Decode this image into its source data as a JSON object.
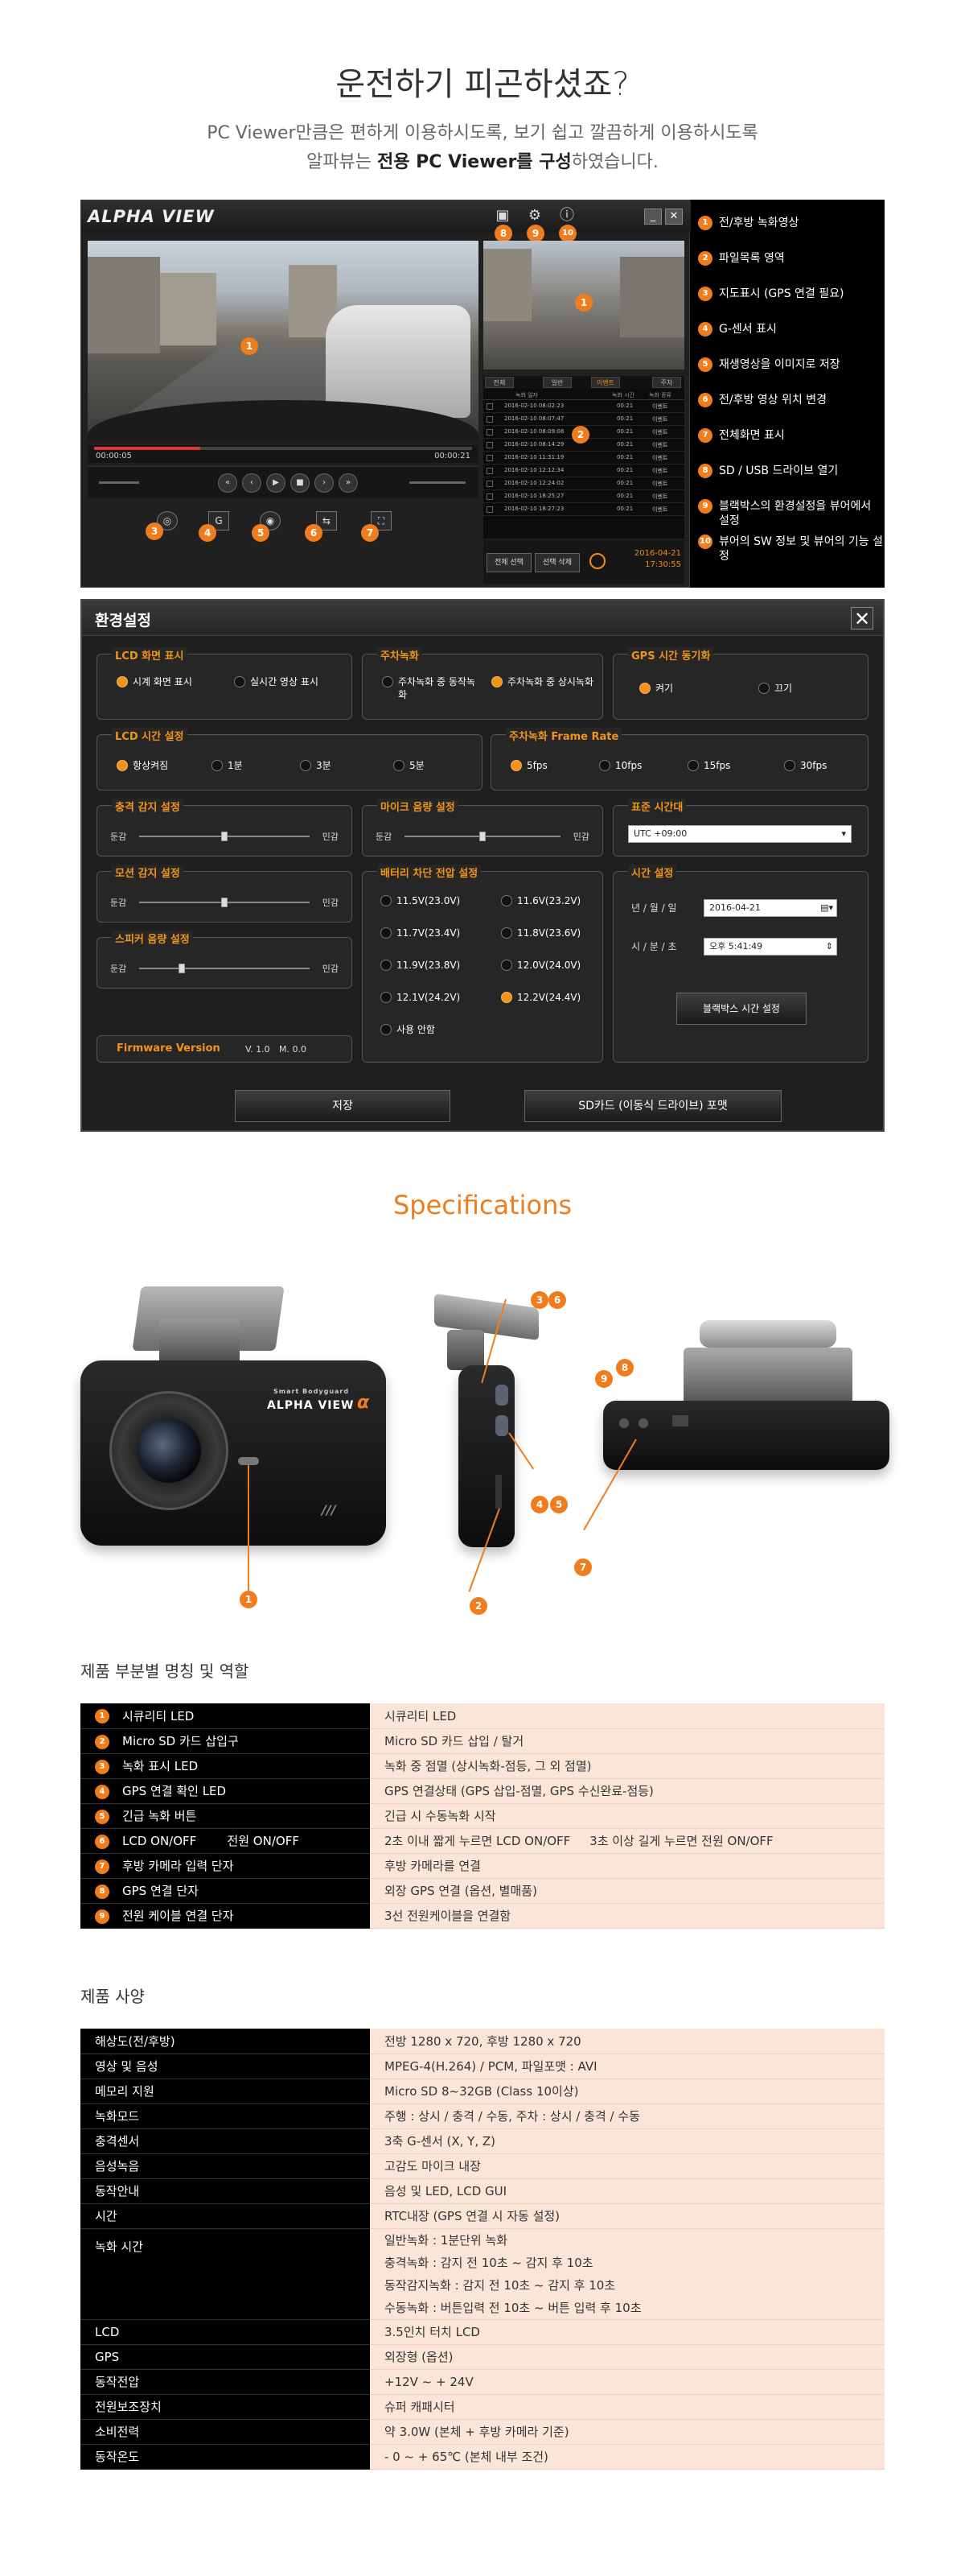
{
  "header": {
    "title": "운전하기 피곤하셨죠?",
    "sub_line1": "PC Viewer만큼은 편하게 이용하시도록, 보기 쉽고 깔끔하게 이용하시도록",
    "sub_line2_prefix": "알파뷰는 ",
    "sub_line2_bold": "전용 PC Viewer를 구성",
    "sub_line2_suffix": "하였습니다."
  },
  "viewer": {
    "logo": "ALPHA VIEW",
    "time_start": "00:00:05",
    "time_end": "00:00:21",
    "progress_fraction": 0.28,
    "tabs": [
      "전체",
      "일반",
      "이벤트",
      "주차"
    ],
    "list_header": [
      "",
      "녹화 일자",
      "녹화 시간",
      "녹화 종류"
    ],
    "rows": [
      [
        "2016-02-10 08:02:23",
        "00:21",
        "이벤트"
      ],
      [
        "2016-02-10 08:07:47",
        "00:21",
        "이벤트"
      ],
      [
        "2016-02-10 08:09:08",
        "00:21",
        "이벤트"
      ],
      [
        "2016-02-10 08:14:29",
        "00:21",
        "이벤트"
      ],
      [
        "2016-02-10 11:31:19",
        "00:21",
        "이벤트"
      ],
      [
        "2016-02-10 12:12:34",
        "00:21",
        "이벤트"
      ],
      [
        "2016-02-10 12:24:02",
        "00:21",
        "이벤트"
      ],
      [
        "2016-02-10 18:25:27",
        "00:21",
        "이벤트"
      ],
      [
        "2016-02-10 18:27:23",
        "00:21",
        "이벤트"
      ]
    ],
    "btn_select_all": "전체 선택",
    "btn_delete": "선택 삭제",
    "date": "2016-04-21",
    "time": "17:30:55",
    "legend": [
      {
        "n": "1",
        "text": "전/후방 녹화영상"
      },
      {
        "n": "2",
        "text": "파일목록 영역"
      },
      {
        "n": "3",
        "text": "지도표시 (GPS 연결 필요)"
      },
      {
        "n": "4",
        "text": "G-센서 표시"
      },
      {
        "n": "5",
        "text": "재생영상을 이미지로 저장"
      },
      {
        "n": "6",
        "text": "전/후방 영상 위치 변경"
      },
      {
        "n": "7",
        "text": "전체화면 표시"
      },
      {
        "n": "8",
        "text": "SD / USB 드라이브 열기"
      },
      {
        "n": "9",
        "text": "블랙박스의 환경설정을 뷰어에서 설정"
      },
      {
        "n": "10",
        "text": "뷰어의 SW 정보 및 뷰어의 기능 설정"
      }
    ]
  },
  "settings": {
    "title": "환경설정",
    "lcd_display": {
      "title": "LCD 화면 표시",
      "opt1": "시계 화면 표시",
      "opt2": "실시간 영상 표시"
    },
    "parking": {
      "title": "주차녹화",
      "opt1": "주차녹화 중 동작녹화",
      "opt2": "주차녹화 중 상시녹화"
    },
    "gps_sync": {
      "title": "GPS 시간 동기화",
      "opt1": "켜기",
      "opt2": "끄기"
    },
    "lcd_time": {
      "title": "LCD 시간 설정",
      "opts": [
        "항상켜짐",
        "1분",
        "3분",
        "5분"
      ]
    },
    "frame_rate": {
      "title": "주차녹화 Frame Rate",
      "opts": [
        "5fps",
        "10fps",
        "15fps",
        "30fps"
      ]
    },
    "impact": {
      "title": "충격 감지 설정",
      "lo": "둔감",
      "hi": "민감",
      "level": 0.5
    },
    "mic": {
      "title": "마이크 음량 설정",
      "lo": "둔감",
      "hi": "민감",
      "level": 0.5
    },
    "timezone": {
      "title": "표준 시간대",
      "value": "UTC +09:00"
    },
    "motion": {
      "title": "모션 감지 설정",
      "lo": "둔감",
      "hi": "민감",
      "level": 0.5
    },
    "speaker": {
      "title": "스피커 음량 설정",
      "lo": "둔감",
      "hi": "민감",
      "level": 0.25
    },
    "battery": {
      "title": "배터리 차단 전압 설정",
      "opts": [
        "11.5V(23.0V)",
        "11.6V(23.2V)",
        "11.7V(23.4V)",
        "11.8V(23.6V)",
        "11.9V(23.8V)",
        "12.0V(24.0V)",
        "12.1V(24.2V)",
        "12.2V(24.4V)",
        "사용 안함"
      ],
      "selected": "12.2V(24.4V)"
    },
    "time_set": {
      "title": "시간 설정",
      "date_label": "년 / 월 / 일",
      "date_value": "2016-04-21",
      "time_label": "시 / 분 / 초",
      "time_value": "오후  5:41:49",
      "button": "블랙박스 시간 설정"
    },
    "firmware": {
      "label": "Firmware Version",
      "v": "V. 1.0",
      "m": "M. 0.0"
    },
    "save": "저장",
    "format": "SD카드 (이동식 드라이브) 포맷"
  },
  "specs_heading": "Specifications",
  "product": {
    "brand": "ALPHA VIEW",
    "small_text": "Smart Bodyguard"
  },
  "parts_section": {
    "title": "제품 부분별 명칭 및 역할",
    "rows": [
      {
        "n": "1",
        "name": "시큐리티 LED",
        "desc": "시큐리티 LED"
      },
      {
        "n": "2",
        "name": "Micro SD 카드 삽입구",
        "desc": "Micro SD 카드 삽입 / 탈거"
      },
      {
        "n": "3",
        "name": "녹화 표시 LED",
        "desc": "녹화 중 점멸 (상시녹화-점등, 그 외 점멸)"
      },
      {
        "n": "4",
        "name": "GPS 연결 확인 LED",
        "desc": "GPS 연결상태 (GPS 삽입-점멸, GPS 수신완료-점등)"
      },
      {
        "n": "5",
        "name": "긴급 녹화 버튼",
        "desc": "긴급 시 수동녹화 시작"
      },
      {
        "n": "6",
        "name": "LCD ON/OFF        전원 ON/OFF",
        "desc": "2초 이내 짧게 누르면 LCD ON/OFF     3초 이상 길게 누르면 전원 ON/OFF"
      },
      {
        "n": "7",
        "name": "후방 카메라 입력 단자",
        "desc": "후방 카메라를 연결"
      },
      {
        "n": "8",
        "name": "GPS 연결 단자",
        "desc": "외장 GPS 연결 (옵션, 별매품)"
      },
      {
        "n": "9",
        "name": "전원 케이블 연결 단자",
        "desc": "3선 전원케이블을 연결함"
      }
    ]
  },
  "spec_section": {
    "title": "제품 사양",
    "rows": [
      {
        "k": "해상도(전/후방)",
        "v": [
          "전방 1280 x 720,  후방 1280 x 720"
        ]
      },
      {
        "k": "영상 및 음성",
        "v": [
          "MPEG-4(H.264) / PCM, 파일포맷 : AVI"
        ]
      },
      {
        "k": "메모리 지원",
        "v": [
          "Micro SD 8~32GB (Class 10이상)"
        ]
      },
      {
        "k": "녹화모드",
        "v": [
          "주행 : 상시 / 충격 / 수동,   주차 : 상시 / 충격 / 수동"
        ]
      },
      {
        "k": "충격센서",
        "v": [
          "3축 G-센서 (X, Y, Z)"
        ]
      },
      {
        "k": "음성녹음",
        "v": [
          "고감도 마이크 내장"
        ]
      },
      {
        "k": "동작안내",
        "v": [
          "음성 및 LED, LCD GUI"
        ]
      },
      {
        "k": "시간",
        "v": [
          "RTC내장 (GPS 연결 시 자동 설정)"
        ]
      },
      {
        "k": "녹화 시간",
        "v": [
          "일반녹화 : 1분단위 녹화",
          "충격녹화 : 감지 전 10초 ~ 감지 후 10초",
          "동작감지녹화 : 감지 전 10초 ~ 감지 후 10초",
          "수동녹화 : 버튼입력 전 10초 ~ 버튼 입력 후 10초"
        ]
      },
      {
        "k": "LCD",
        "v": [
          "3.5인치 터치 LCD"
        ]
      },
      {
        "k": "GPS",
        "v": [
          "외장형 (옵션)"
        ]
      },
      {
        "k": "동작전압",
        "v": [
          "+12V ~ + 24V"
        ]
      },
      {
        "k": "전원보조장치",
        "v": [
          "슈퍼 캐패시터"
        ]
      },
      {
        "k": "소비전력",
        "v": [
          "약 3.0W (본체 + 후방 카메라 기준)"
        ]
      },
      {
        "k": "동작온도",
        "v": [
          "- 0 ~ + 65℃ (본체 내부 조건)"
        ]
      }
    ]
  },
  "colors": {
    "accent": "#f07d1d",
    "table_value_bg": "#fbe5d8"
  }
}
